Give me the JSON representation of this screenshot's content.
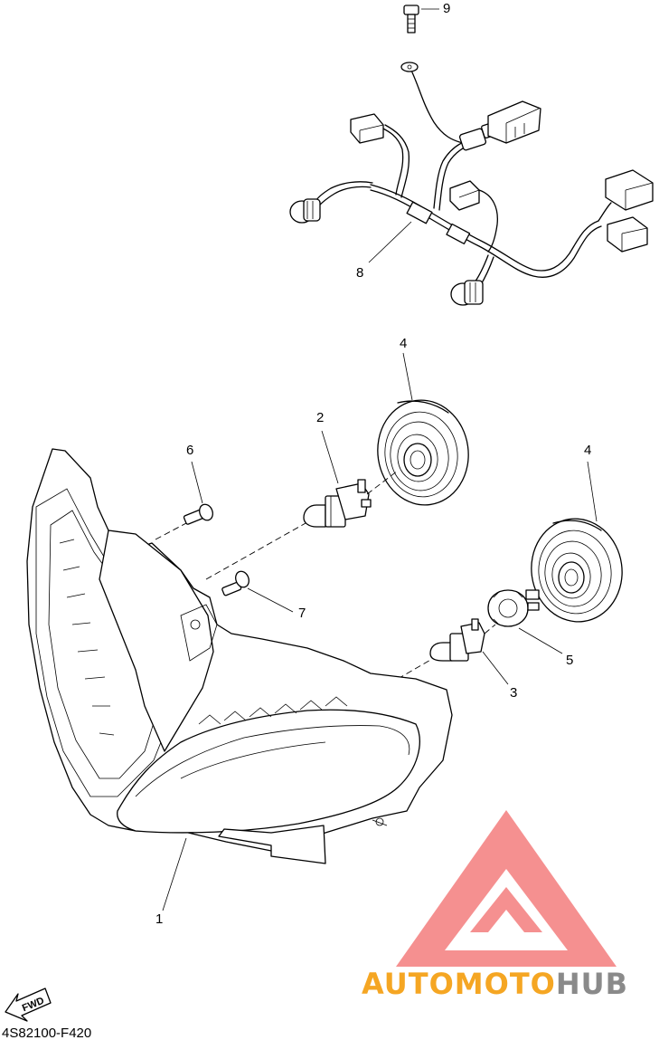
{
  "parts": {
    "p1": "1",
    "p2": "2",
    "p3": "3",
    "p4a": "4",
    "p4b": "4",
    "p5": "5",
    "p6": "6",
    "p7": "7",
    "p8": "8",
    "p9": "9"
  },
  "diagram_code": "4S82100-F420",
  "fwd_label": "FWD",
  "watermark": {
    "brand_part1": "AUTOMOTO",
    "brand_part2": "HUB",
    "color_primary": "#f5a623",
    "color_secondary": "#8a8a8a",
    "logo_color": "#f26b6b"
  }
}
